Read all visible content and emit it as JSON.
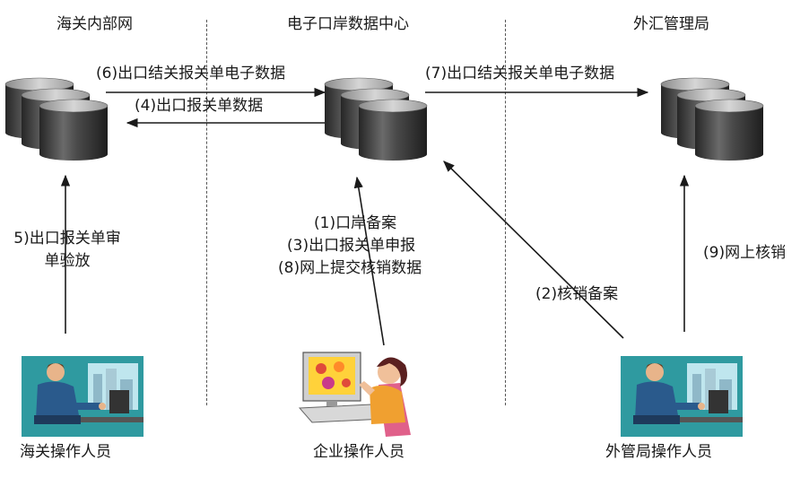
{
  "columns": {
    "customs": "海关内部网",
    "port": "电子口岸数据中心",
    "forex": "外汇管理局"
  },
  "flows": {
    "f6": "(6)出口结关报关单电子数据",
    "f4": "(4)出口报关单数据",
    "f7": "(7)出口结关报关单电子数据",
    "f5_line1": "5)出口报关单审",
    "f5_line2": "单验放",
    "f1": "(1)口岸备案",
    "f3": "(3)出口报关单申报",
    "f8": "(8)网上提交核销数据",
    "f2": "(2)核销备案",
    "f9": "(9)网上核销"
  },
  "actors": {
    "customs_operator": "海关操作人员",
    "enterprise_operator": "企业操作人员",
    "forex_operator": "外管局操作人员"
  },
  "colors": {
    "cylinder_dark": "#2f2f2f",
    "cylinder_light": "#bdbdbd",
    "scene_teal": "#2f9aa0",
    "shirt_blue": "#2a5a8c",
    "woman_shirt": "#f0a030",
    "woman_hair": "#5a2020",
    "chair_pink": "#e0608a"
  }
}
